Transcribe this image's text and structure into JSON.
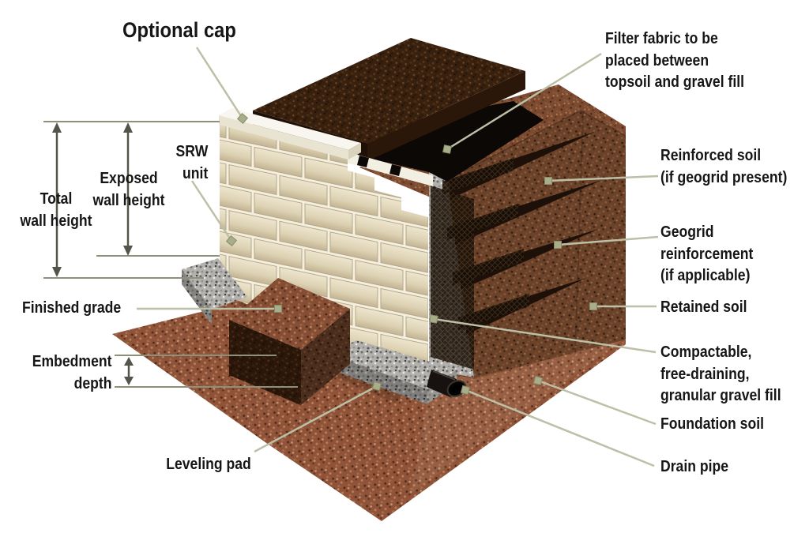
{
  "figure": {
    "subject": "Segmental retaining wall (SRW) cutaway construction diagram",
    "view": "isometric cutaway illustration on white background"
  },
  "labels": {
    "optional_cap": {
      "text": "Optional cap"
    },
    "filter_fabric": {
      "line1": "Filter fabric to be",
      "line2": "placed between",
      "line3": "topsoil and gravel fill"
    },
    "srw_unit": {
      "line1": "SRW",
      "line2": "unit"
    },
    "exposed_wall_height": {
      "line1": "Exposed",
      "line2": "wall height"
    },
    "total_wall_height": {
      "line1": "Total",
      "line2": "wall height"
    },
    "finished_grade": {
      "text": "Finished grade"
    },
    "embedment_depth": {
      "line1": "Embedment",
      "line2": "depth"
    },
    "leveling_pad": {
      "text": "Leveling pad"
    },
    "reinforced_soil": {
      "line1": "Reinforced soil",
      "line2": "(if geogrid present)"
    },
    "geogrid_reinforcement": {
      "line1": "Geogrid",
      "line2": "reinforcement",
      "line3": "(if applicable)"
    },
    "retained_soil": {
      "text": "Retained soil"
    },
    "compactable_fill": {
      "line1": "Compactable,",
      "line2": "free-draining,",
      "line3": "granular gravel fill"
    },
    "foundation_soil": {
      "text": "Foundation soil"
    },
    "drain_pipe": {
      "text": "Drain pipe"
    }
  },
  "colors": {
    "background": "#ffffff",
    "label_text": "#161616",
    "leader_line": "#bcc0a6",
    "leader_marker": "#a9ae8a",
    "dimension_line": "#8d907a",
    "dimension_arrow": "#53544a",
    "wall_block": "#e2d8bd",
    "wall_mortar": "#f2edda",
    "cap_stone": "#f6f3e8",
    "topsoil": "#38200f",
    "surface_soil": "#7c4a30",
    "cut_soil": "#6a4129",
    "foreground_soil": "#8e5338",
    "gravel": "#b2b1ad",
    "geogrid": "#150d07",
    "filter_fabric": "#0b0805",
    "drain_pipe": "#17120f"
  }
}
